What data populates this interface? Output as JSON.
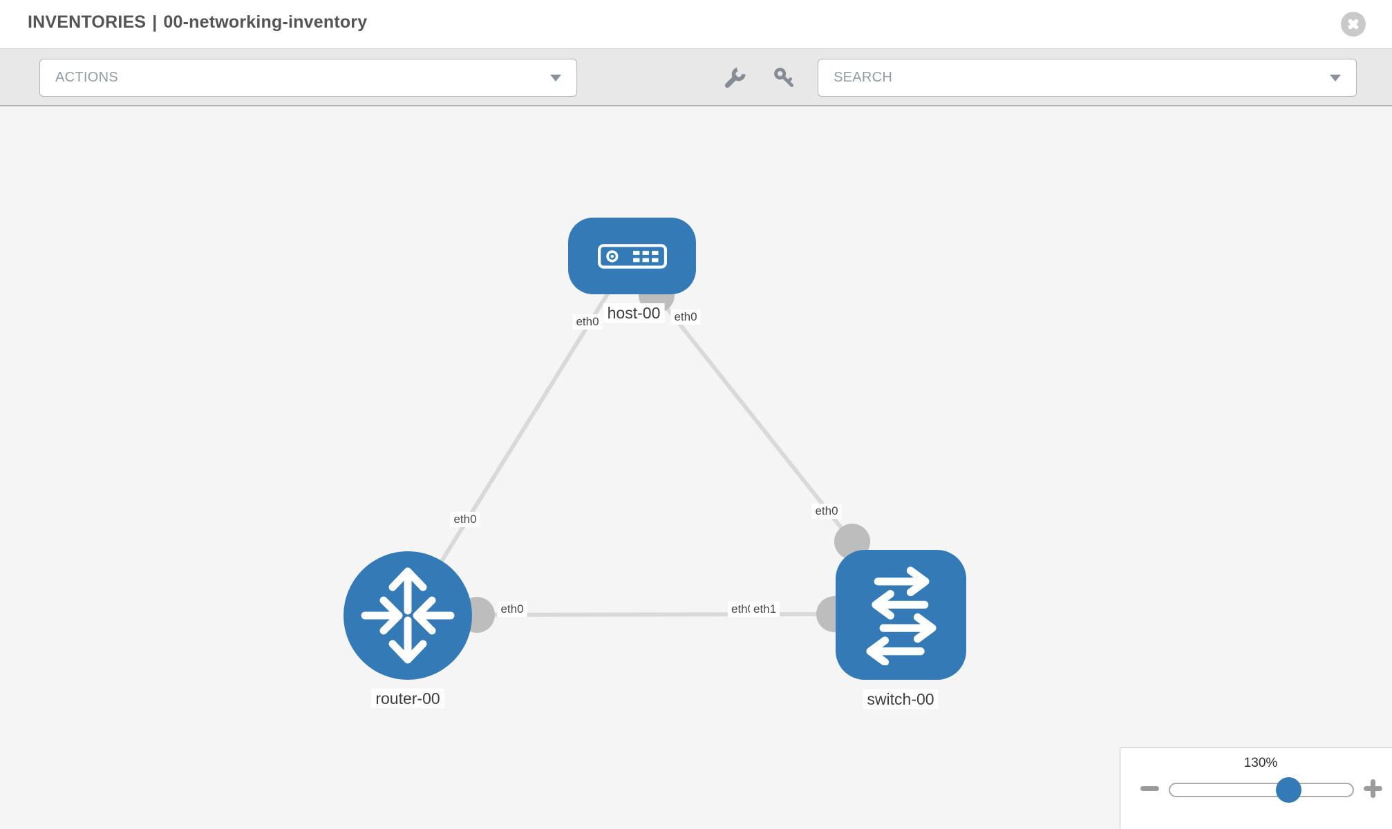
{
  "header": {
    "section": "INVENTORIES",
    "separator": "|",
    "inventory_name": "00-networking-inventory"
  },
  "toolbar": {
    "actions_label": "ACTIONS",
    "search_label": "SEARCH",
    "icons": [
      "wrench-icon",
      "key-icon"
    ]
  },
  "topology": {
    "nodes": [
      {
        "id": "host-00",
        "type": "host",
        "label": "host-00"
      },
      {
        "id": "router-00",
        "type": "router",
        "label": "router-00"
      },
      {
        "id": "switch-00",
        "type": "switch",
        "label": "switch-00"
      }
    ],
    "links": [
      {
        "from": "router-00",
        "from_interface": "eth0",
        "to": "host-00",
        "to_interface": "eth0"
      },
      {
        "from": "host-00",
        "from_interface": "eth0",
        "to": "switch-00",
        "to_interface": "eth0"
      },
      {
        "from": "router-00",
        "from_interface": "eth0",
        "to": "switch-00",
        "to_interface": "eth1"
      }
    ],
    "interface_labels": [
      {
        "text": "eth0",
        "link": "router-00 to host-00",
        "end": "router-00"
      },
      {
        "text": "eth0",
        "link": "router-00 to host-00",
        "end": "host-00"
      },
      {
        "text": "eth0",
        "link": "host-00 to switch-00",
        "end": "host-00"
      },
      {
        "text": "eth0",
        "link": "host-00 to switch-00",
        "end": "switch-00"
      },
      {
        "text": "eth0",
        "link": "router-00 to switch-00",
        "end": "router-00"
      },
      {
        "text": "eth0",
        "link": "router-00 to switch-00",
        "end": "switch-00",
        "note": "partially covered by eth1 label, only 'et' visible"
      },
      {
        "text": "eth1",
        "link": "router-00 to switch-00",
        "end": "switch-00"
      }
    ]
  },
  "zoom_control": {
    "value_label": "130%",
    "percent": 130,
    "controls": [
      "minus-icon",
      "slider",
      "plus-icon"
    ]
  },
  "colors": {
    "node_blue": "#337ab7",
    "link_gray": "#d9d9d9",
    "connector_gray": "#bdbdbd",
    "canvas_bg": "#f5f5f6",
    "toolbar_bg": "#e8e8e8",
    "title_text": "#545454",
    "close_circle": "#c9c9c9"
  }
}
